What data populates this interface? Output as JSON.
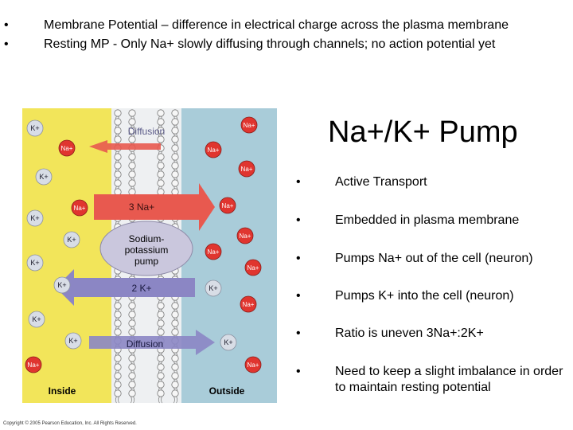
{
  "slide": {
    "top_bullets": [
      "Membrane Potential – difference in electrical charge across the plasma membrane",
      "Resting MP - Only Na+ slowly diffusing through channels; no action potential yet"
    ],
    "pump_title": "Na+/K+ Pump",
    "right_bullets": [
      "Active Transport",
      "Embedded in plasma membrane",
      "Pumps Na+ out of the cell (neuron)",
      "Pumps K+ into the cell (neuron)",
      "Ratio is uneven 3Na+:2K+",
      "Need to keep a slight imbalance in order to maintain resting potential"
    ],
    "bullet_glyph": "•"
  },
  "diagram": {
    "labels": {
      "inside": "Inside",
      "outside": "Outside",
      "diffusion_top": "Diffusion",
      "diffusion_bottom": "Diffusion",
      "na_arrow": "3 Na+",
      "k_arrow": "2 K+",
      "pump": [
        "Sodium-",
        "potassium",
        "pump"
      ],
      "copyright": "Copyright © 2005 Pearson Education, Inc. All Rights Reserved."
    },
    "ion_labels": {
      "na": "Na+",
      "k": "K+"
    },
    "colors": {
      "inside": "#f2e55a",
      "outside": "#a9ccd9",
      "na_ion": "#e0352f",
      "k_ion": "#d8dde6",
      "na_arrow": "#e8594f",
      "k_arrow": "#8b86c4",
      "pump": "#cac7dd"
    }
  }
}
